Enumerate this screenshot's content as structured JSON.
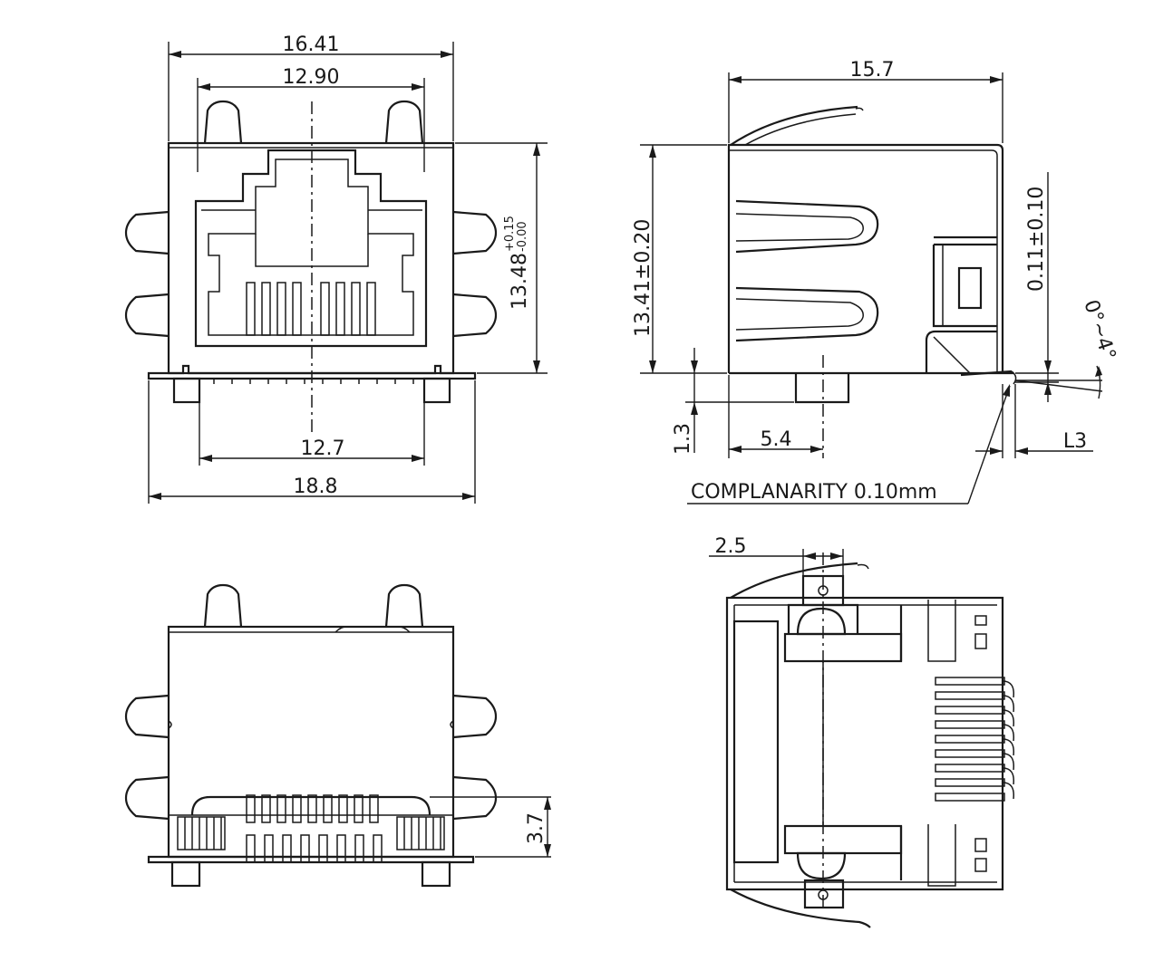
{
  "views": {
    "front": {
      "width_outer": "16.41",
      "width_inner": "12.90",
      "height": "13.48",
      "height_tol_plus": "+0.15",
      "height_tol_minus": "-0.00",
      "pitch_outer": "12.7",
      "footprint_width": "18.8"
    },
    "side": {
      "length": "15.7",
      "height": "13.41±0.20",
      "standoff": "1.3",
      "post_offset": "5.4",
      "lead_offset": "0.11±0.10",
      "lead_angle": "0°~4°",
      "lead_length": "L3",
      "coplanarity": "COMPLANARITY  0.10mm"
    },
    "bottom": {
      "pin_height": "3.7"
    },
    "top": {
      "peg_offset": "2.5"
    }
  }
}
